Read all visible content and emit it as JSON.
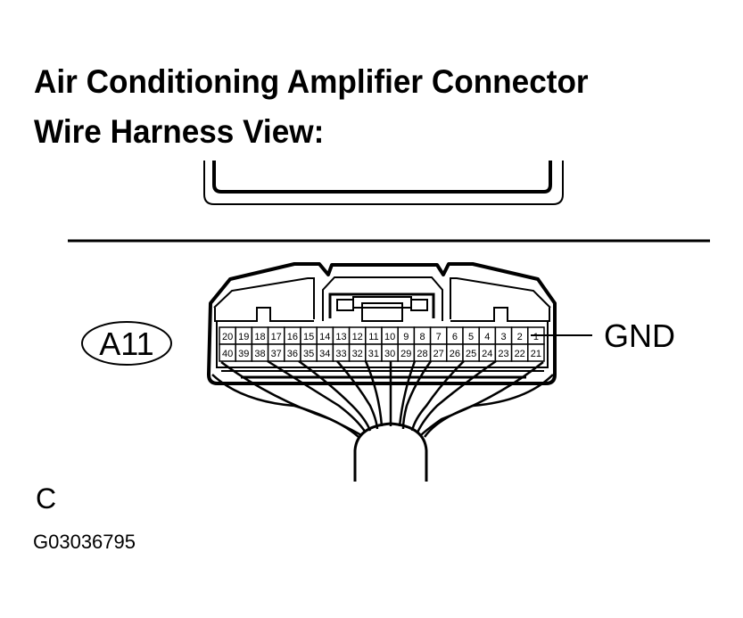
{
  "title": {
    "line1": "Air Conditioning Amplifier Connector",
    "line2": "Wire Harness View:"
  },
  "connector": {
    "id": "A11",
    "row_top": [
      "20",
      "19",
      "18",
      "17",
      "16",
      "15",
      "14",
      "13",
      "12",
      "11",
      "10",
      "9",
      "8",
      "7",
      "6",
      "5",
      "4",
      "3",
      "2",
      "1"
    ],
    "row_bottom": [
      "40",
      "39",
      "38",
      "37",
      "36",
      "35",
      "34",
      "33",
      "32",
      "31",
      "30",
      "29",
      "28",
      "27",
      "26",
      "25",
      "24",
      "23",
      "22",
      "21"
    ]
  },
  "callout": {
    "pin": "1",
    "label": "GND"
  },
  "footer": {
    "letter": "C",
    "code": "G03036795"
  },
  "colors": {
    "ink": "#000000",
    "background": "#ffffff"
  }
}
